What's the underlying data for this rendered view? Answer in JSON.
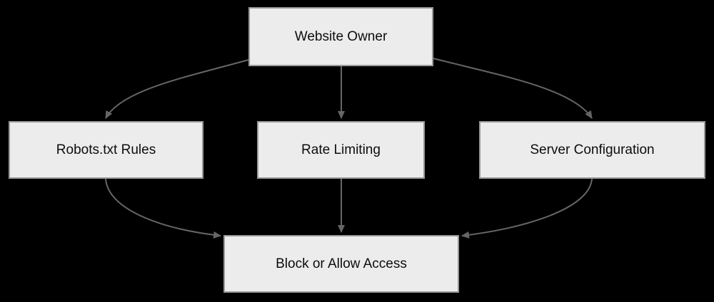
{
  "diagram": {
    "type": "flowchart",
    "direction": "top-down",
    "theme": {
      "background_color": "#000000",
      "node_fill_color": "#ececec",
      "node_border_color": "#999999",
      "edge_color": "#666666",
      "text_color": "#0d0d0d"
    },
    "nodes": [
      {
        "id": "website-owner",
        "label": "Website Owner"
      },
      {
        "id": "robots-txt-rules",
        "label": "Robots.txt Rules"
      },
      {
        "id": "rate-limiting",
        "label": "Rate Limiting"
      },
      {
        "id": "server-configuration",
        "label": "Server Configuration"
      },
      {
        "id": "block-or-allow",
        "label": "Block or Allow Access"
      }
    ],
    "edges": [
      {
        "from": "website-owner",
        "to": "robots-txt-rules"
      },
      {
        "from": "website-owner",
        "to": "rate-limiting"
      },
      {
        "from": "website-owner",
        "to": "server-configuration"
      },
      {
        "from": "robots-txt-rules",
        "to": "block-or-allow"
      },
      {
        "from": "rate-limiting",
        "to": "block-or-allow"
      },
      {
        "from": "server-configuration",
        "to": "block-or-allow"
      }
    ]
  }
}
